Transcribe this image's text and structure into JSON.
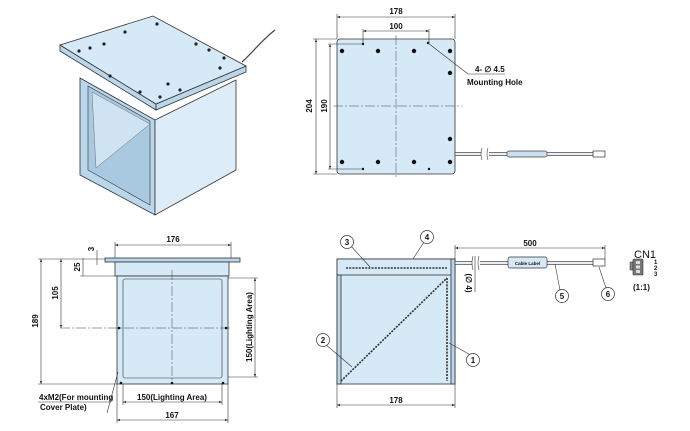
{
  "top_view": {
    "dim_width": "178",
    "dim_hole_pitch": "100",
    "dim_height": "204",
    "dim_hole_pitch_v": "190",
    "hole_callout": "4- ∅ 4.5",
    "hole_label": "Mounting Hole"
  },
  "side_view": {
    "dim_flange_width": "176",
    "dim_flange_thickness": "3",
    "dim_flange_height": "25",
    "dim_center_height": "105",
    "dim_total_height": "189",
    "dim_lighting_height": "150(Lighting Area)",
    "dim_lighting_width": "150(Lighting Area)",
    "dim_body_width": "167",
    "screw_note_line1": "4xM2(For mounting",
    "screw_note_line2": "Cover Plate)"
  },
  "section_view": {
    "dim_width": "178",
    "dim_cable_length": "500",
    "dim_cable_dia": "(∅ 4)",
    "cable_label": "Cable Label",
    "callouts": [
      "1",
      "2",
      "3",
      "4",
      "5",
      "6"
    ]
  },
  "connector": {
    "title": "CN1",
    "pins": [
      "1",
      "2",
      "3"
    ],
    "scale": "(1:1)"
  }
}
